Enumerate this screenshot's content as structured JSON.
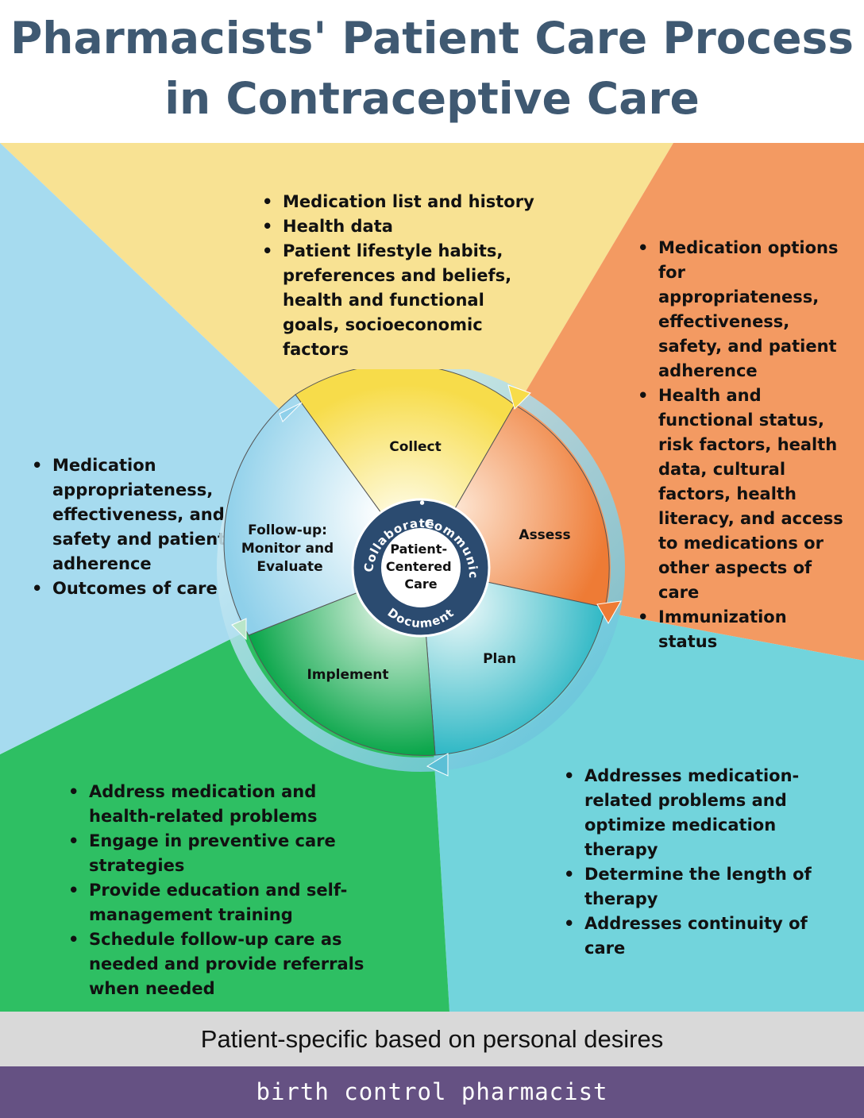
{
  "title_line1": "Pharmacists' Patient Care Process",
  "title_line2": "in Contraceptive Care",
  "colors": {
    "title": "#3f5972",
    "collect": "#f8e293",
    "assess": "#f39a62",
    "plan": "#72d4dc",
    "implement": "#2ebf63",
    "follow_up": "#a6dbef",
    "footer_gray": "#d9d9d9",
    "footer_purple": "#655183"
  },
  "wheel": {
    "steps": [
      {
        "key": "collect",
        "label": "Collect"
      },
      {
        "key": "assess",
        "label": "Assess"
      },
      {
        "key": "plan",
        "label": "Plan"
      },
      {
        "key": "implement",
        "label": "Implement"
      },
      {
        "key": "follow_up",
        "label_lines": [
          "Follow-up:",
          "Monitor and",
          "Evaluate"
        ]
      }
    ],
    "center_lines": [
      "Patient-",
      "Centered",
      "Care"
    ],
    "ring_words": [
      "Collaborate",
      "Communicate",
      "Document"
    ]
  },
  "sections": {
    "collect": [
      "Medication list and history",
      "Health data",
      "Patient lifestyle habits, preferences and beliefs, health and functional goals, socioeconomic factors"
    ],
    "assess": [
      "Medication options for appropriateness, effectiveness, safety, and patient adherence",
      "Health and functional status, risk factors, health data, cultural factors, health literacy, and access to medications or other aspects of care",
      "Immunization status"
    ],
    "follow_up": [
      "Medication appropriateness, effectiveness, and safety and patient adherence",
      "Outcomes of care"
    ],
    "implement": [
      "Address medication and health-related problems",
      "Engage in preventive care strategies",
      "Provide education and self-management training",
      "Schedule follow-up care as needed and provide referrals when needed"
    ],
    "plan": [
      "Addresses medication-related problems and optimize medication therapy",
      "Determine the length of therapy",
      "Addresses continuity of care"
    ]
  },
  "footer_subtitle": "Patient-specific based on personal desires",
  "footer_brand": "birth control pharmacist"
}
